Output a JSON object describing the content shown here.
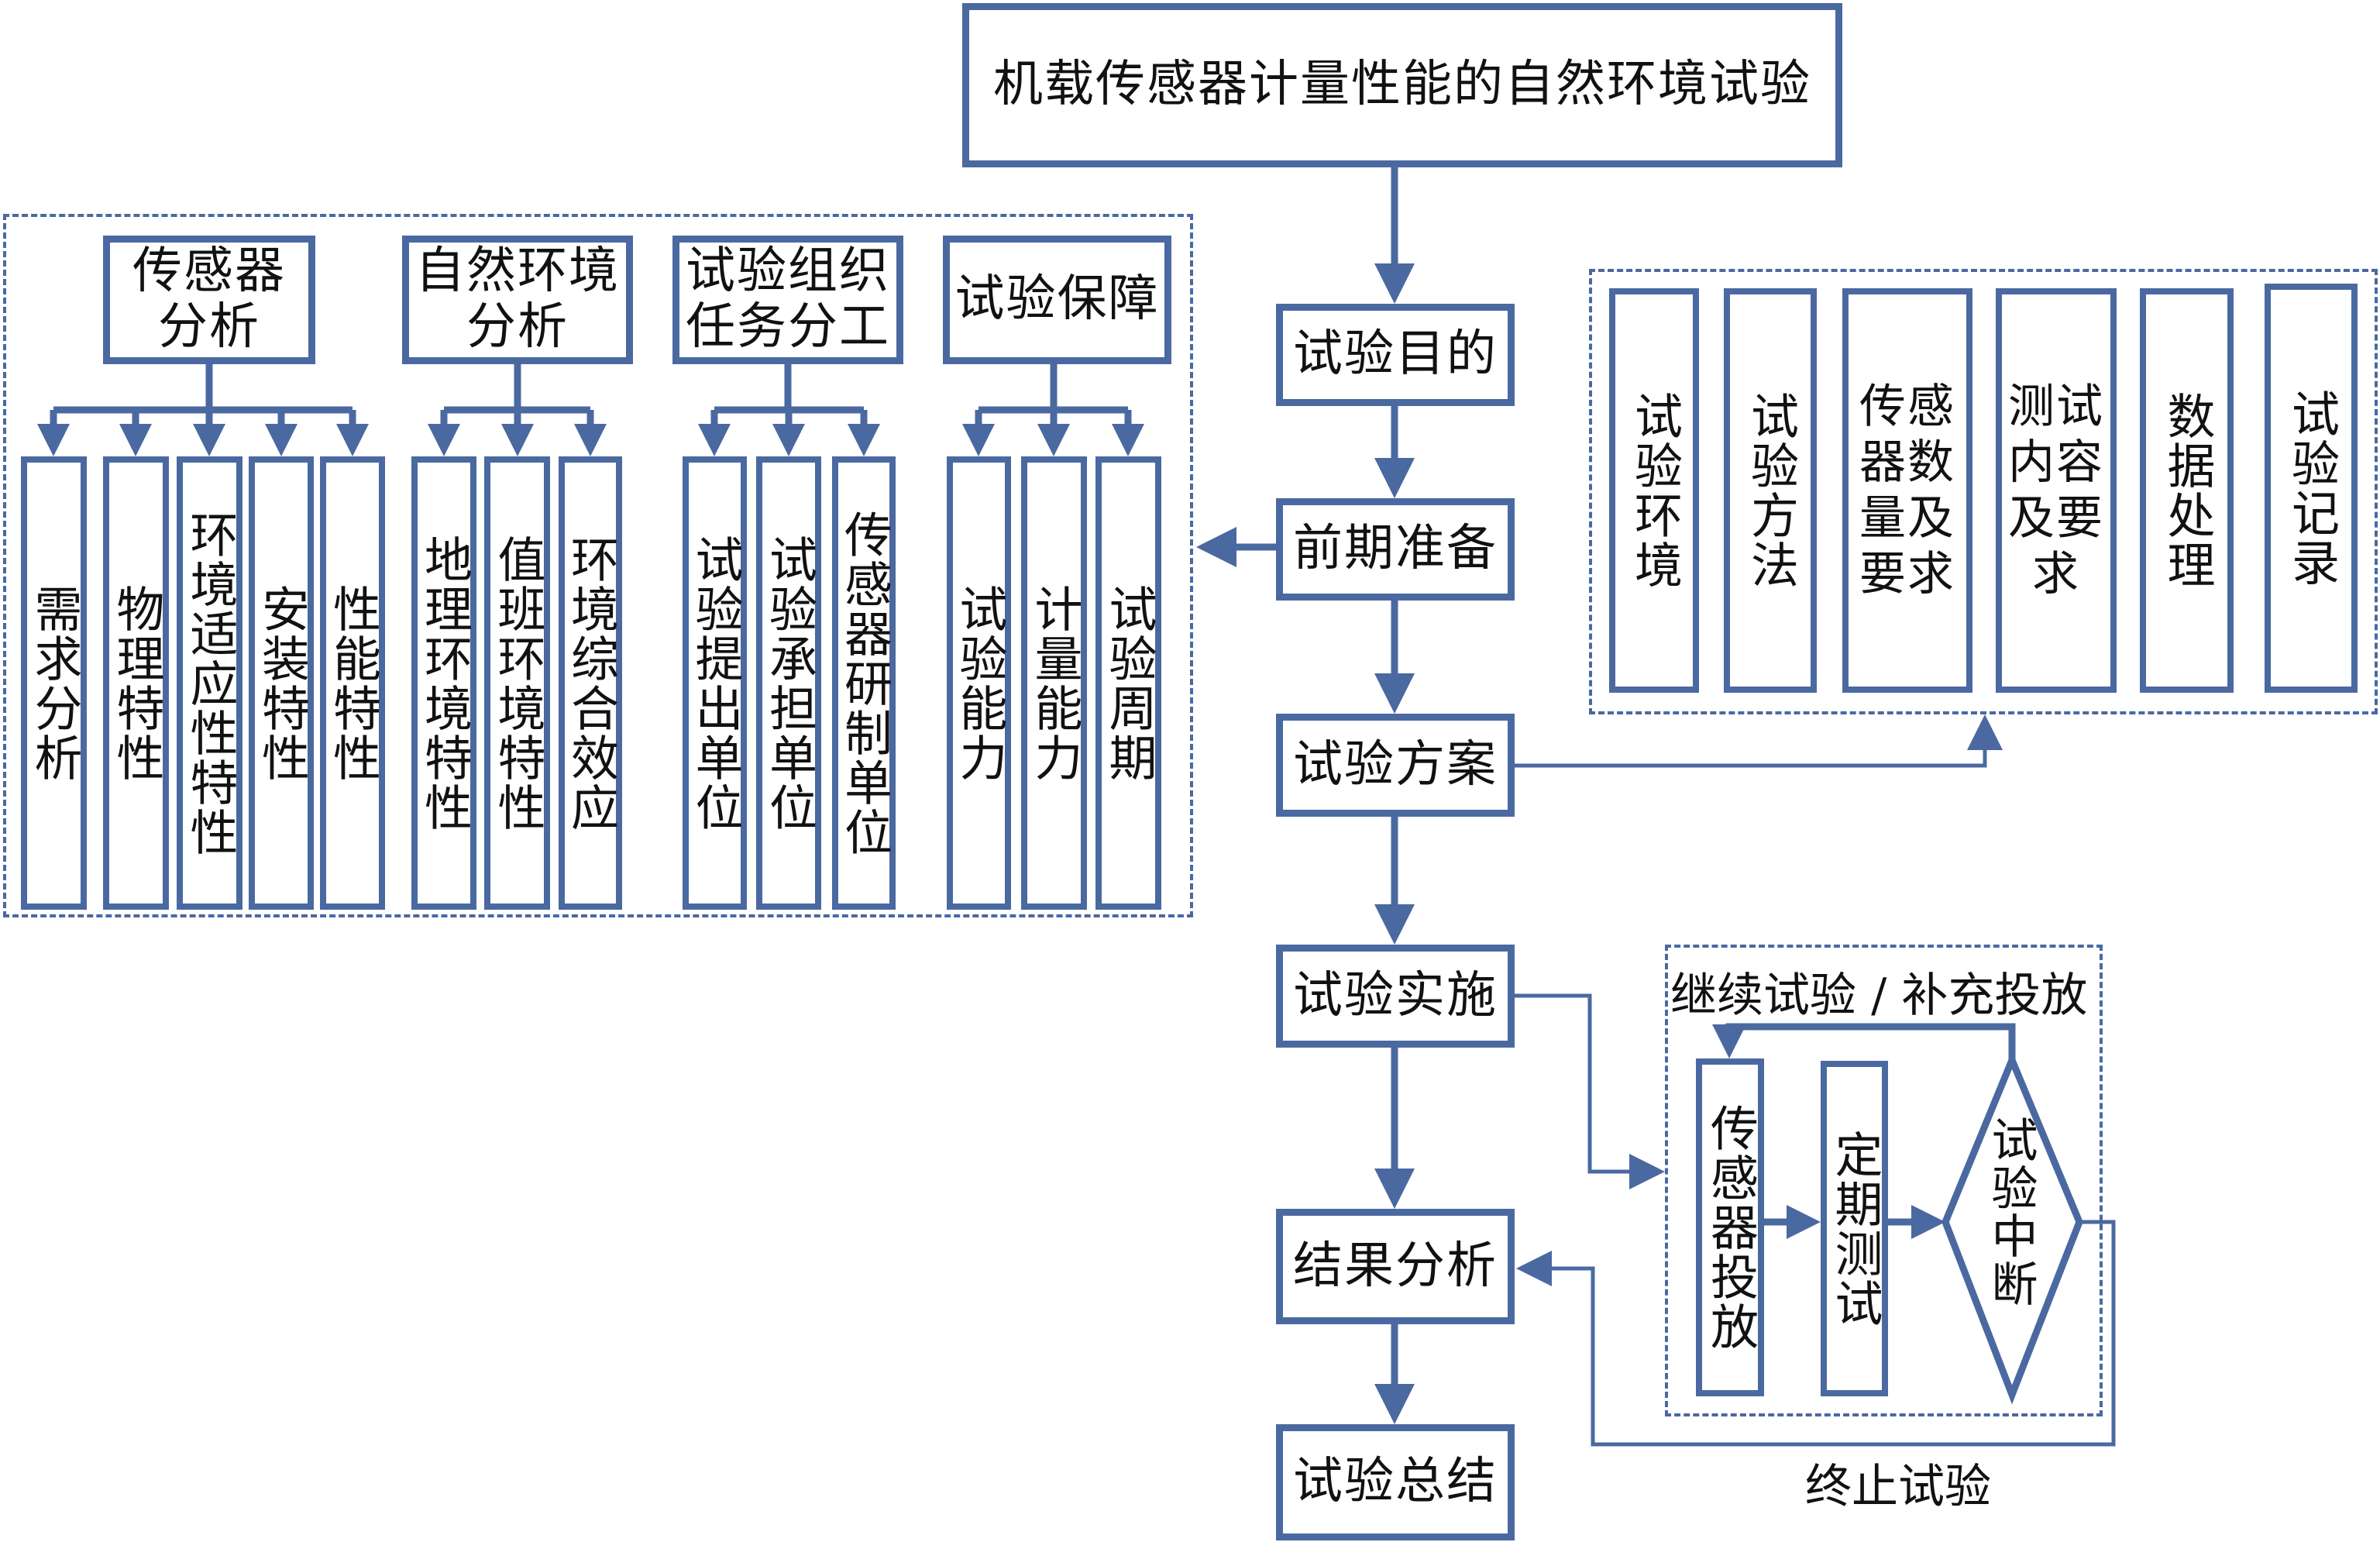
{
  "title": "机载传感器计量性能的自然环境试验",
  "main_flow": {
    "purpose": "试验目的",
    "preparation": "前期准备",
    "plan": "试验方案",
    "implementation": "试验实施",
    "analysis": "结果分析",
    "summary": "试验总结"
  },
  "preparation_groups": [
    {
      "label": "传感器分析",
      "children": [
        "需求分析",
        "物理特性",
        "环境适应性特性",
        "安装特性",
        "性能特性"
      ]
    },
    {
      "label": "自然环境分析",
      "children": [
        "地理环境特性",
        "值班环境特性",
        "环境综合效应"
      ]
    },
    {
      "label": "试验组织任务分工",
      "children": [
        "试验提出单位",
        "试验承担单位",
        "传感器研制单位"
      ]
    },
    {
      "label": "试验保障",
      "children": [
        "试验能力",
        "计量能力",
        "试验周期"
      ]
    }
  ],
  "plan_items": [
    "试验环境",
    "试验方法",
    "传感器数量及要求",
    "测试内容及要求",
    "数据处理",
    "试验记录"
  ],
  "implementation_loop": {
    "caption": "继续试验 / 补充投放",
    "deploy": "传感器投放",
    "periodic_test": "定期测试",
    "decision": "试验中断",
    "terminate_label": "终止试验"
  },
  "colors": {
    "stroke": "#4a69a0",
    "text": "#111111",
    "background": "#ffffff"
  }
}
